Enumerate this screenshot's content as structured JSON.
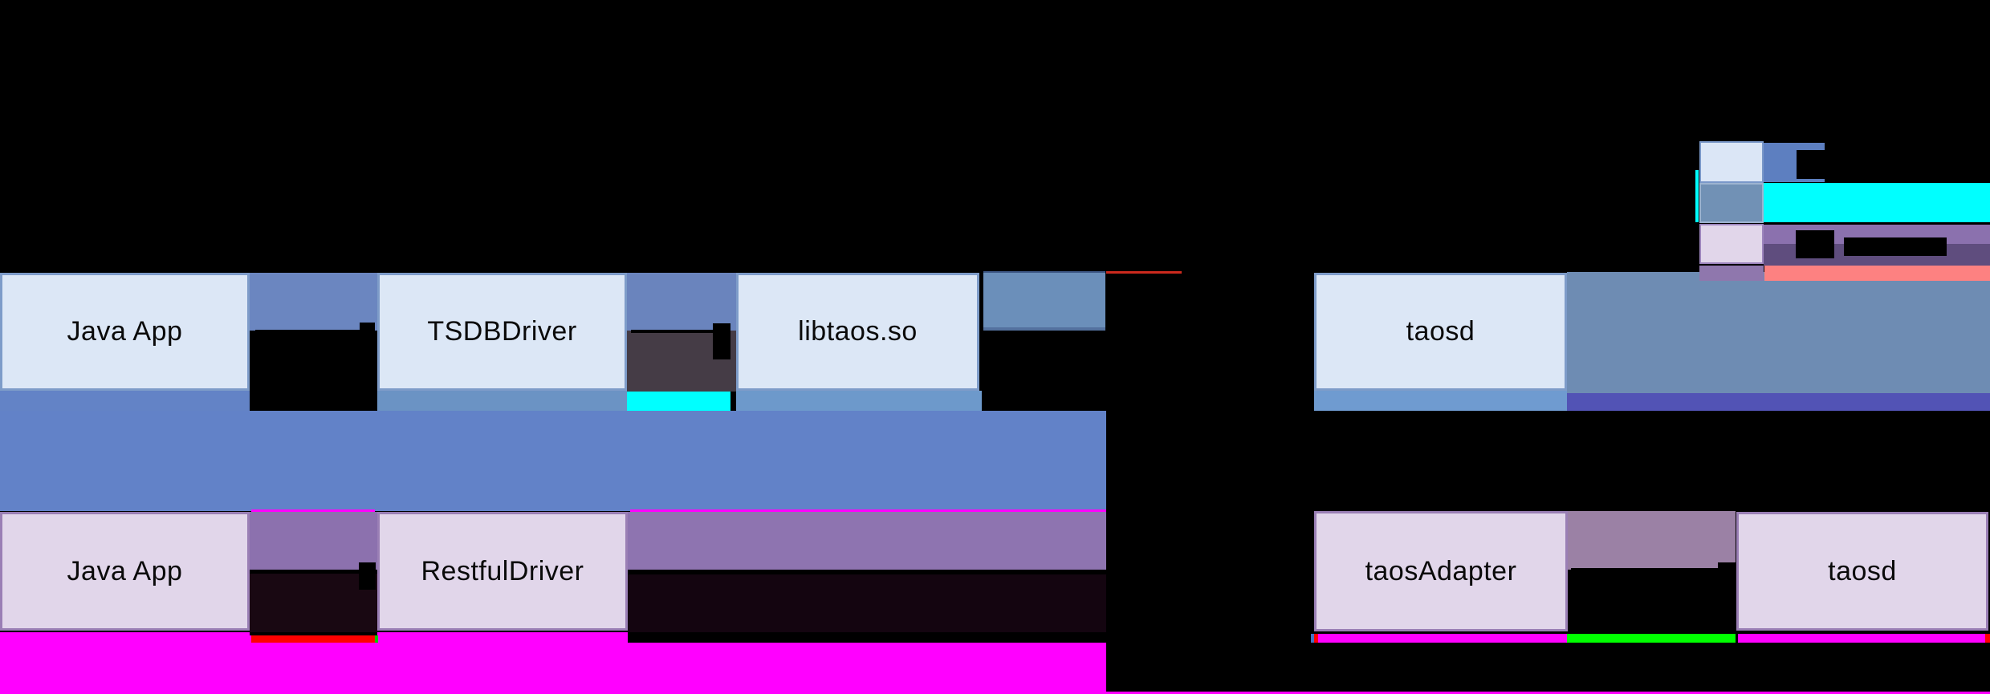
{
  "diagram": {
    "title_hint": "TDengine JDBC connector architecture (JNI vs REST connection)",
    "nodes": {
      "row1": [
        "Java App",
        "TSDBDriver",
        "libtaos.so",
        "taosd"
      ],
      "row2": [
        "Java App",
        "RestfulDriver",
        "taosAdapter",
        "taosd"
      ]
    },
    "legend": {
      "swatches": [
        "light-blue-node",
        "steel-blue",
        "light-purple-node",
        "medium-purple"
      ]
    }
  },
  "palette": {
    "background": "#000000",
    "node_blue_fill": "#dce7f6",
    "node_purple_fill": "#e1d6ea",
    "connector_blue_1": "#6b86c0",
    "connector_blue_2": "#6a84bd",
    "connector_dark": "#453c46",
    "strip_under_java1": "#6383c6",
    "strip_under_tsdb": "#6b93c4",
    "strip_under_libtaos": "#6d99cb",
    "strip_under_taosd": "#6f9bd0",
    "cyan": "#00ffff",
    "magenta": "#ff00ff",
    "red": "#ff0000",
    "green": "#00ff00",
    "green_dim": "#00cc00",
    "red_line": "#cc2a1e",
    "steel_small": "#6b8fba",
    "steel_big": "#6e8cb3",
    "indigo": "#5253b5",
    "mid_band": "#6282c8",
    "purple_connector": "#8c71ae",
    "purple_band": "#8e74b0",
    "mauve_band": "#9b81a5",
    "dark_purple_1": "#190812",
    "dark_purple_2": "#140510",
    "legend_band_blue": "#5d7fc0",
    "legend_sq1_fill": "#dbe6f6",
    "legend_sq2_fill": "#7191b5",
    "legend_purple_band": "#8b71ae",
    "legend_dark_purple": "#5f4d7e",
    "legend_sq4_fill": "#8f77ad",
    "legend_salmon": "#fd8181",
    "arrow_black": "#000000",
    "blue_sliver": "#4472c4"
  }
}
